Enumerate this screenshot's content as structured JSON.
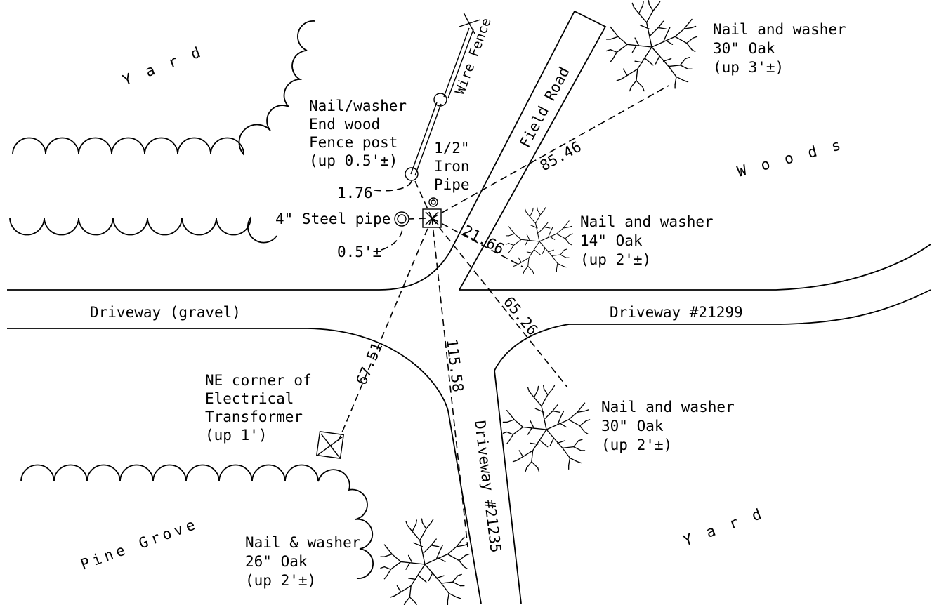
{
  "areas": {
    "yard_nw": "Yard",
    "woods": "Woods",
    "yard_se": "Yard",
    "pine_grove": "Pine Grove"
  },
  "features": {
    "wire_fence": "Wire Fence",
    "field_road": "Field Road",
    "driveway_gravel": "Driveway (gravel)",
    "driveway_21299": "Driveway #21299",
    "driveway_21235": "Driveway #21235"
  },
  "monument": {
    "line1": "1/2\"",
    "line2": "Iron",
    "line3": "Pipe"
  },
  "references": {
    "fence_post": [
      "Nail/washer",
      "End wood",
      "Fence post",
      "(up 0.5'±)"
    ],
    "steel_pipe": "4\" Steel pipe",
    "oak_ne": [
      "Nail and washer",
      "30\" Oak",
      "(up 3'±)"
    ],
    "oak_14": [
      "Nail and washer",
      "14\" Oak",
      "(up 2'±)"
    ],
    "oak_se": [
      "Nail and washer",
      "30\" Oak",
      "(up 2'±)"
    ],
    "oak_26": [
      "Nail & washer",
      "26\" Oak",
      "(up 2'±)"
    ],
    "transformer": [
      "NE corner of",
      "Electrical",
      "Transformer",
      "(up 1')"
    ]
  },
  "distances": {
    "fence_post": "1.76",
    "steel_pipe": "0.5'±",
    "oak_ne": "85.46",
    "oak_14": "21.66",
    "oak_se": "65.26",
    "oak_26": "115.58",
    "transformer": "67.51"
  },
  "colors": {
    "ink": "#000000",
    "paper": "#ffffff"
  }
}
